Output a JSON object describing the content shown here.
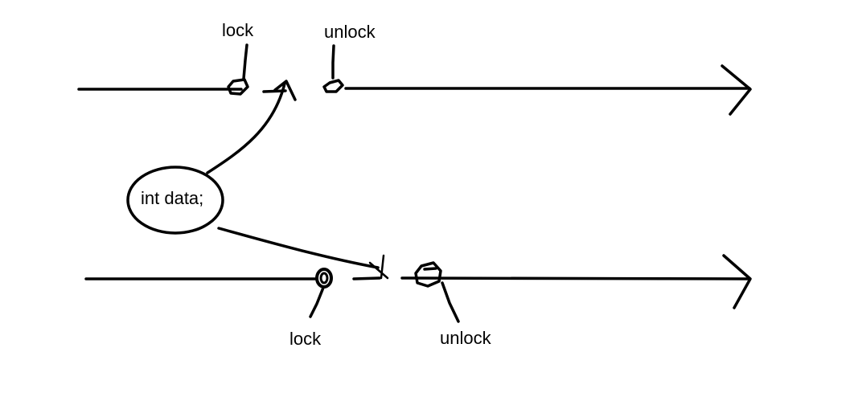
{
  "colors": {
    "ink": "#000000",
    "background": "#ffffff"
  },
  "timeline_top": {
    "lock_label": "lock",
    "unlock_label": "unlock"
  },
  "timeline_bottom": {
    "lock_label": "lock",
    "unlock_label": "unlock"
  },
  "shared_variable": {
    "label": "int data;"
  }
}
